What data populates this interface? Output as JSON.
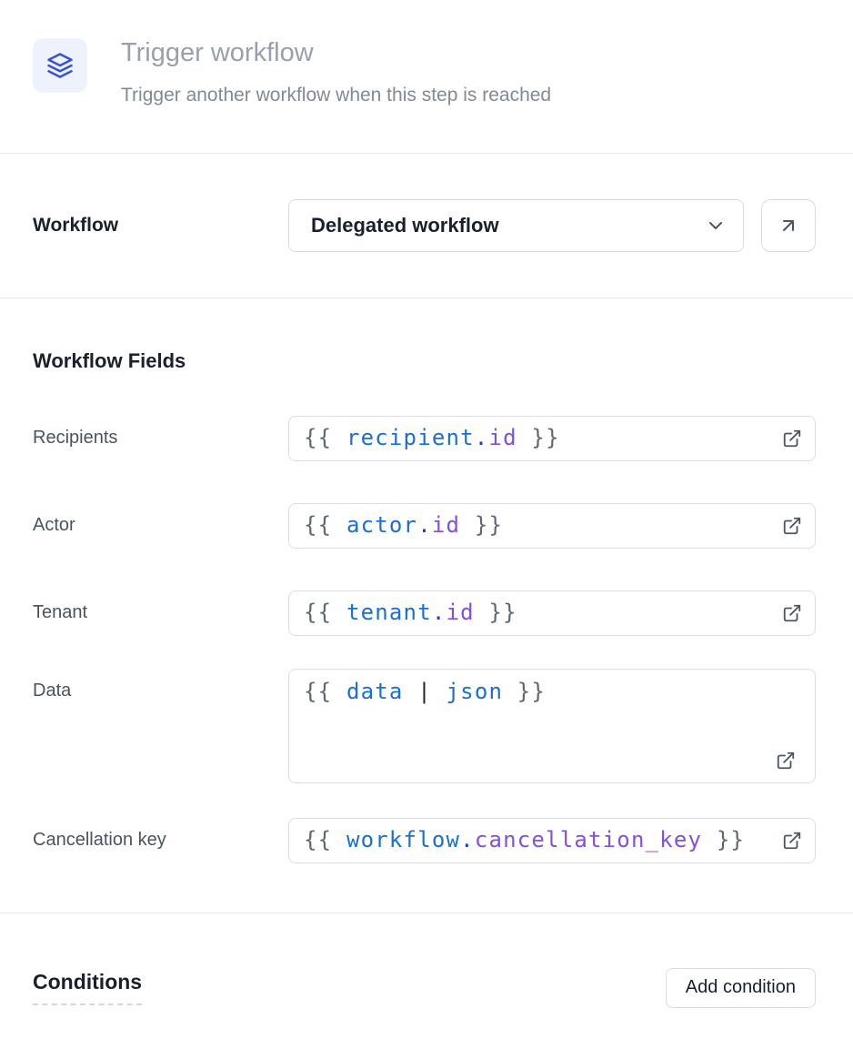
{
  "header": {
    "title": "Trigger workflow",
    "subtitle": "Trigger another workflow when this step is reached"
  },
  "workflow_selector": {
    "label": "Workflow",
    "selected_option": "Delegated workflow"
  },
  "workflow_fields": {
    "heading": "Workflow Fields",
    "fields": [
      {
        "name": "recipients",
        "label": "Recipients",
        "multiline": false,
        "tokens": [
          {
            "text": "{{ ",
            "type": "brace"
          },
          {
            "text": "recipient",
            "type": "var"
          },
          {
            "text": ".",
            "type": "dot"
          },
          {
            "text": "id",
            "type": "prop"
          },
          {
            "text": " }}",
            "type": "brace"
          }
        ]
      },
      {
        "name": "actor",
        "label": "Actor",
        "multiline": false,
        "tokens": [
          {
            "text": "{{ ",
            "type": "brace"
          },
          {
            "text": "actor",
            "type": "var"
          },
          {
            "text": ".",
            "type": "dot"
          },
          {
            "text": "id",
            "type": "prop"
          },
          {
            "text": " }}",
            "type": "brace"
          }
        ]
      },
      {
        "name": "tenant",
        "label": "Tenant",
        "multiline": false,
        "tokens": [
          {
            "text": "{{ ",
            "type": "brace"
          },
          {
            "text": "tenant",
            "type": "var"
          },
          {
            "text": ".",
            "type": "dot"
          },
          {
            "text": "id",
            "type": "prop"
          },
          {
            "text": " }}",
            "type": "brace"
          }
        ]
      },
      {
        "name": "data",
        "label": "Data",
        "multiline": true,
        "tokens": [
          {
            "text": "{{ ",
            "type": "brace"
          },
          {
            "text": "data",
            "type": "var"
          },
          {
            "text": " ",
            "type": "brace"
          },
          {
            "text": "|",
            "type": "pipe"
          },
          {
            "text": " ",
            "type": "brace"
          },
          {
            "text": "json",
            "type": "var"
          },
          {
            "text": " }}",
            "type": "brace"
          }
        ]
      },
      {
        "name": "cancellation-key",
        "label": "Cancellation key",
        "multiline": false,
        "tokens": [
          {
            "text": "{{ ",
            "type": "brace"
          },
          {
            "text": "workflow",
            "type": "var"
          },
          {
            "text": ".",
            "type": "dot"
          },
          {
            "text": "cancellation_key",
            "type": "prop"
          },
          {
            "text": " }}",
            "type": "brace"
          }
        ]
      }
    ]
  },
  "conditions": {
    "heading": "Conditions",
    "add_button_label": "Add condition"
  },
  "colors": {
    "accent_blue": "#3a50d9",
    "icon_bg": "#eef2fc",
    "code_brace": "#5f6771",
    "code_variable": "#1a6fd4",
    "code_dot": "#2140c4",
    "code_property": "#8250df",
    "code_pipe": "#1f2328"
  }
}
